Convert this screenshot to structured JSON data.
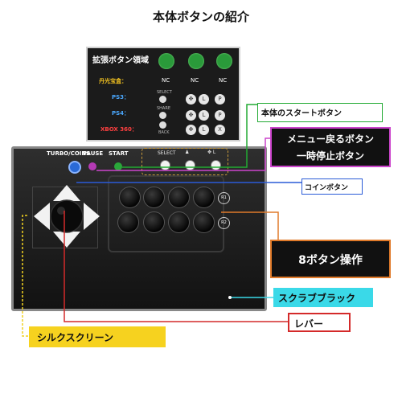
{
  "title": "本体ボタンの紹介",
  "panel": {
    "title": "拡張ボタン領域",
    "rows": [
      {
        "label": "丹光宝盒：",
        "color": "#f0c020",
        "values": [
          "NC",
          "NC",
          "NC"
        ]
      },
      {
        "label": "PS3：",
        "color": "#4aa8ff",
        "mini": "SELECT"
      },
      {
        "label": "PS4：",
        "color": "#4aa8ff",
        "mini": "SHARE"
      },
      {
        "label": "XBOX 360：",
        "color": "#ff4040",
        "mini": "BACK"
      }
    ]
  },
  "device": {
    "turbo_label": "TURBO/COINS",
    "pause_label": "PAUSE",
    "start_label": "START",
    "select_label": "SELECT",
    "r1": "R1",
    "r2": "R2"
  },
  "callouts": {
    "start": "本体のスタートボタン",
    "menu_line1": "メニュー戻るボタン",
    "menu_line2": "一時停止ボタン",
    "coin": "コインボタン",
    "eight": "8ボタン操作",
    "scrub": "スクラブブラック",
    "lever": "レバー",
    "silk": "シルクスクリーン"
  },
  "colors": {
    "start": "#22aa33",
    "menu": "#cc44cc",
    "coin": "#2a5bd7",
    "eight": "#e07a2a",
    "scrub": "#3ad9e8",
    "lever": "#d42a2a",
    "silk": "#f0d020"
  }
}
